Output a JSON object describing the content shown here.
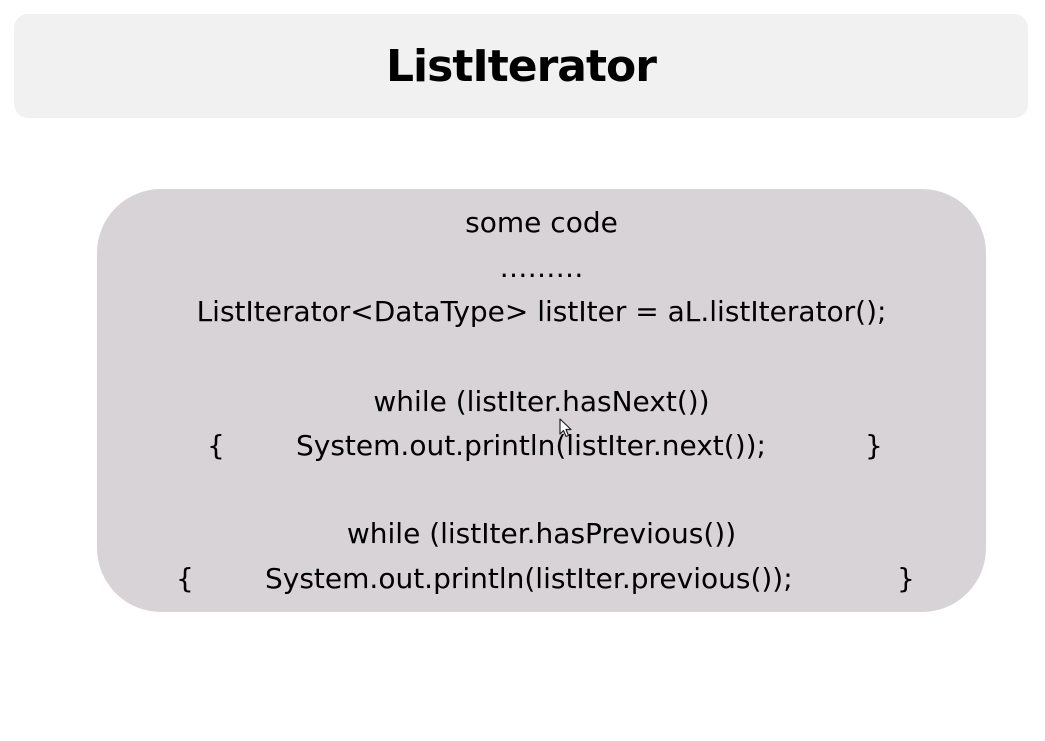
{
  "slide": {
    "title": "ListIterator"
  },
  "code": {
    "line_some_code": "some code",
    "line_ellipsis": "………",
    "line_declaration": "ListIterator<DataType> listIter = aL.listIterator();",
    "line_while_next": "while (listIter.hasNext())",
    "next_open_brace": "{",
    "next_body": "System.out.println(listIter.next());",
    "next_close_brace": "}",
    "line_while_previous": "while (listIter.hasPrevious())",
    "prev_open_brace": "{",
    "prev_body": "System.out.println(listIter.previous());",
    "prev_close_brace": "}"
  },
  "colors": {
    "title_bar_bg": "#f1f1f1",
    "code_box_bg": "#d8d3d7",
    "text": "#000000"
  },
  "icons": {
    "cursor": "mouse-pointer-icon"
  }
}
